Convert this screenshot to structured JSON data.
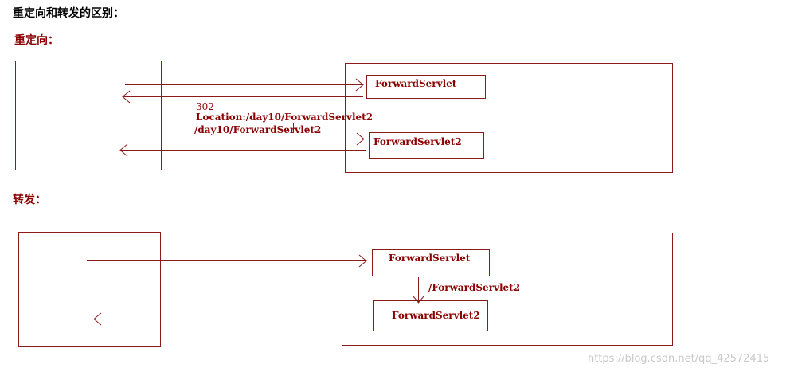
{
  "title": "重定向和转发的区别：",
  "redirect": {
    "heading": "重定向：",
    "servlet1": "ForwardServlet",
    "servlet2": "ForwardServlet2",
    "status_code": "302",
    "location": "Location:/day10/ForwardServlet2",
    "second_request": "/day10/ForwardServlet2"
  },
  "forward": {
    "heading": "转发：",
    "servlet1": "ForwardServlet",
    "servlet2": "ForwardServlet2",
    "internal_path": "/ForwardServlet2"
  },
  "watermark": "https://blog.csdn.net/qq_42572415",
  "colors": {
    "line": "#8b1a1a",
    "text": "#8b0000"
  }
}
